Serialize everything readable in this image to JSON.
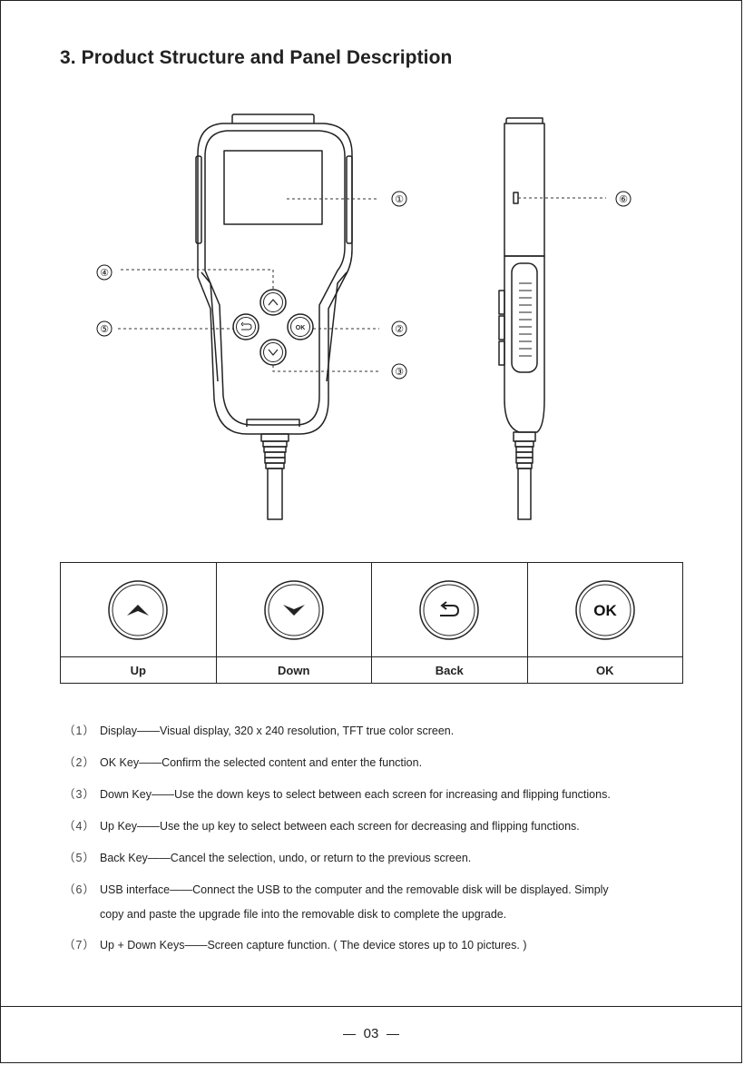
{
  "page": {
    "title": "3. Product Structure and Panel Description",
    "page_number": "03"
  },
  "figure": {
    "front_callouts": [
      "①",
      "②",
      "③",
      "④",
      "⑤"
    ],
    "side_callouts": [
      "⑥"
    ],
    "button_labels": {
      "ok": "OK"
    }
  },
  "keys_table": {
    "columns": [
      {
        "label": "Up",
        "icon": "chevron-up-icon"
      },
      {
        "label": "Down",
        "icon": "chevron-down-icon"
      },
      {
        "label": "Back",
        "icon": "back-arrow-icon"
      },
      {
        "label": "OK",
        "icon": "ok-icon",
        "icon_text": "OK"
      }
    ]
  },
  "descriptions": [
    {
      "num": "（1）",
      "text": "Display——Visual display, 320 x 240 resolution, TFT true color screen."
    },
    {
      "num": "（2）",
      "text": "OK Key——Confirm the selected content and enter the function."
    },
    {
      "num": "（3）",
      "text": "Down Key——Use the down keys to select between each screen for increasing and flipping functions."
    },
    {
      "num": "（4）",
      "text": "Up Key——Use the up key to select between each screen for decreasing and flipping functions."
    },
    {
      "num": "（5）",
      "text": "Back Key——Cancel the selection, undo, or return to the previous screen."
    },
    {
      "num": "（6）",
      "text": "USB interface——Connect the USB to the computer and the removable disk will be displayed. Simply",
      "continuation": "copy and paste the upgrade file into the removable disk to complete the upgrade."
    },
    {
      "num": "（7）",
      "text": "Up + Down Keys——Screen capture function. ( The device stores up to 10 pictures. )"
    }
  ]
}
